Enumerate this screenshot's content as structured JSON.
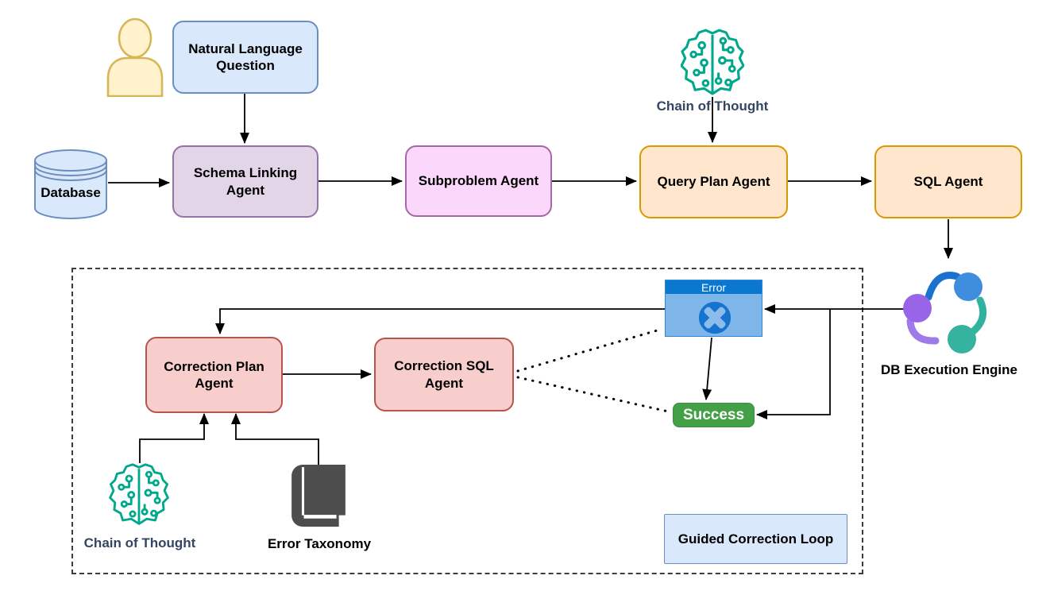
{
  "nodes": {
    "natural_language_question": "Natural Language Question",
    "database": "Database",
    "schema_linking_agent": "Schema Linking Agent",
    "subproblem_agent": "Subproblem Agent",
    "chain_of_thought_top": "Chain of Thought",
    "query_plan_agent": "Query Plan Agent",
    "sql_agent": "SQL Agent",
    "db_execution_engine": "DB Execution Engine",
    "error_badge": "Error",
    "success_badge": "Success",
    "correction_plan_agent": "Correction Plan Agent",
    "correction_sql_agent": "Correction SQL Agent",
    "chain_of_thought_bottom": "Chain of Thought",
    "error_taxonomy": "Error Taxonomy",
    "guided_correction_loop": "Guided Correction Loop"
  },
  "colors": {
    "blue_fill": "#DAE8FC",
    "blue_border": "#6C8EBF",
    "purple_fill": "#E1D5E7",
    "purple_border": "#9673A6",
    "pink_fill": "#FBD7FB",
    "pink_border": "#A667A6",
    "orange_fill": "#FFE6CC",
    "orange_border": "#D79B00",
    "red_fill": "#F8CECC",
    "red_border": "#B85450",
    "person_fill": "#FFF2CC",
    "person_border": "#D6B656",
    "success_green": "#43A047",
    "error_header_blue": "#0B78D0",
    "error_body_blue": "#7FB6E9",
    "error_circle_blue": "#1673D0",
    "brain_teal": "#00A88B",
    "book_gray": "#4D4D4D",
    "label_navy": "#344563",
    "connector_black": "#000000"
  }
}
